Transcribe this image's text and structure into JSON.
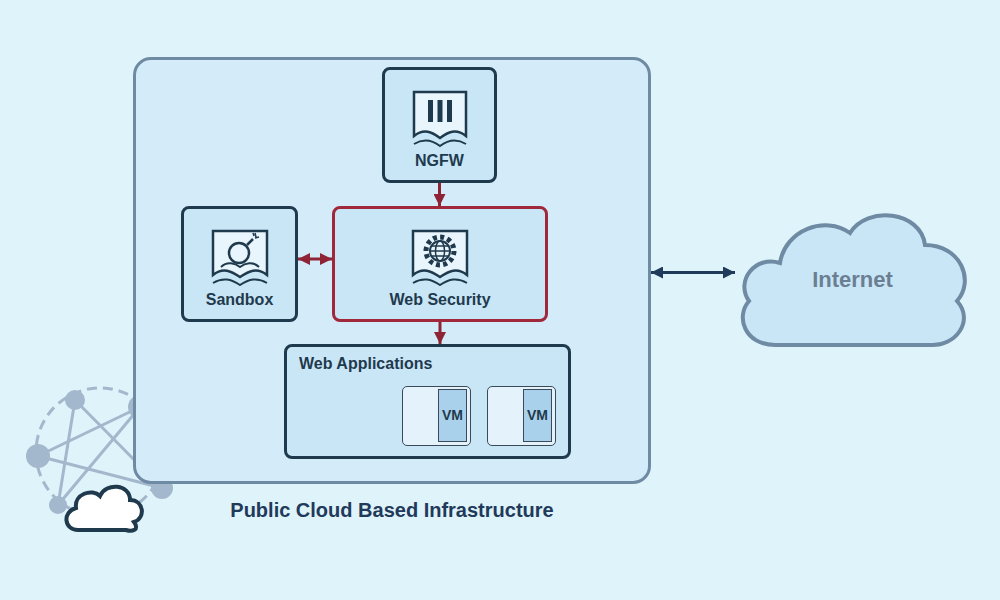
{
  "diagram": {
    "nodes": [
      {
        "text": [
          "Public Cloud Based Infrastructure"
        ]
      },
      {
        "text": [
          "NGFW"
        ],
        "in": 0
      },
      {
        "text": [
          "Sandbox"
        ],
        "in": 0
      },
      {
        "text": [
          "Web Security"
        ],
        "in": 0
      },
      {
        "text": [
          "Web Applications"
        ],
        "in": 0
      },
      {
        "text": [
          "VM"
        ],
        "in": 4
      },
      {
        "text": [
          "VM"
        ],
        "in": 4
      },
      {
        "text": [
          "Internet"
        ]
      }
    ],
    "edges": [
      {
        "from": 1,
        "to": 3,
        "arrow": "to"
      },
      {
        "from": 2,
        "to": 3,
        "arrow": "both"
      },
      {
        "from": 3,
        "to": 4,
        "arrow": "to"
      },
      {
        "from": 0,
        "to": 7,
        "arrow": "both"
      }
    ]
  }
}
